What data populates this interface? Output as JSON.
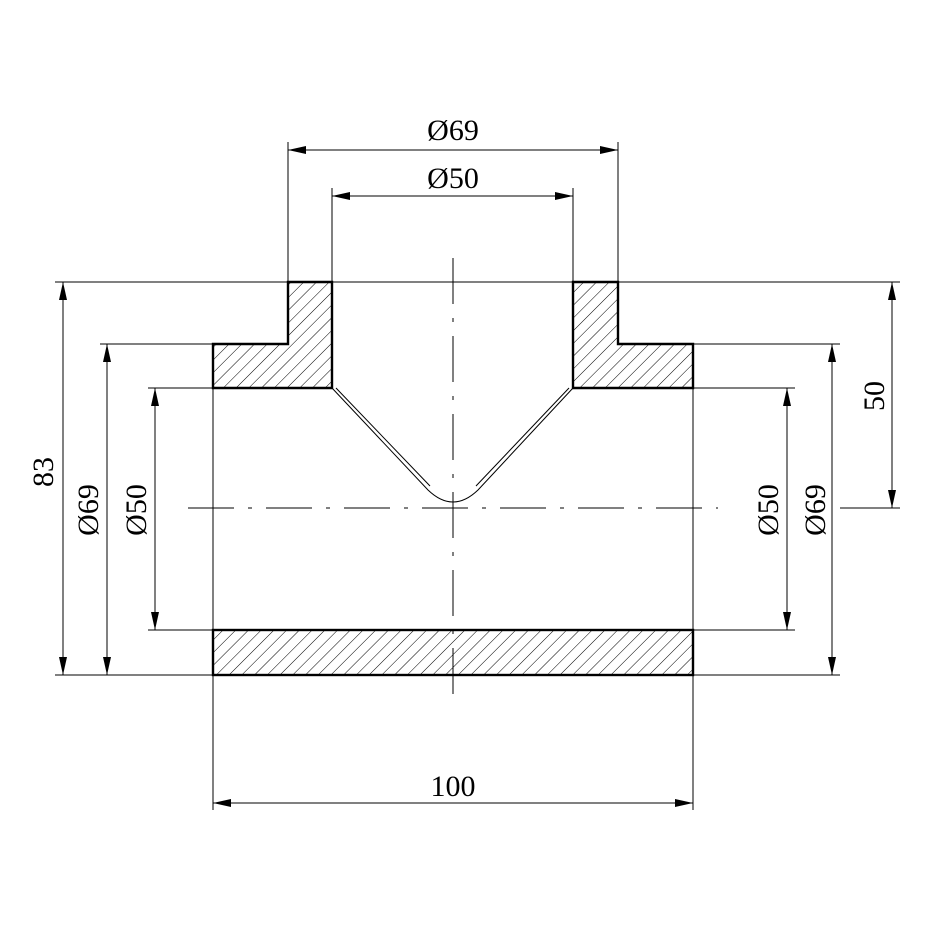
{
  "drawing": {
    "dimensions": {
      "top_outer": "Ø69",
      "top_inner": "Ø50",
      "overall_height": "83",
      "left_outer": "Ø69",
      "left_inner": "Ø50",
      "right_inner": "Ø50",
      "right_outer": "Ø69",
      "branch_height": "50",
      "overall_length": "100"
    },
    "colors": {
      "line": "#000000",
      "background": "#ffffff"
    }
  }
}
